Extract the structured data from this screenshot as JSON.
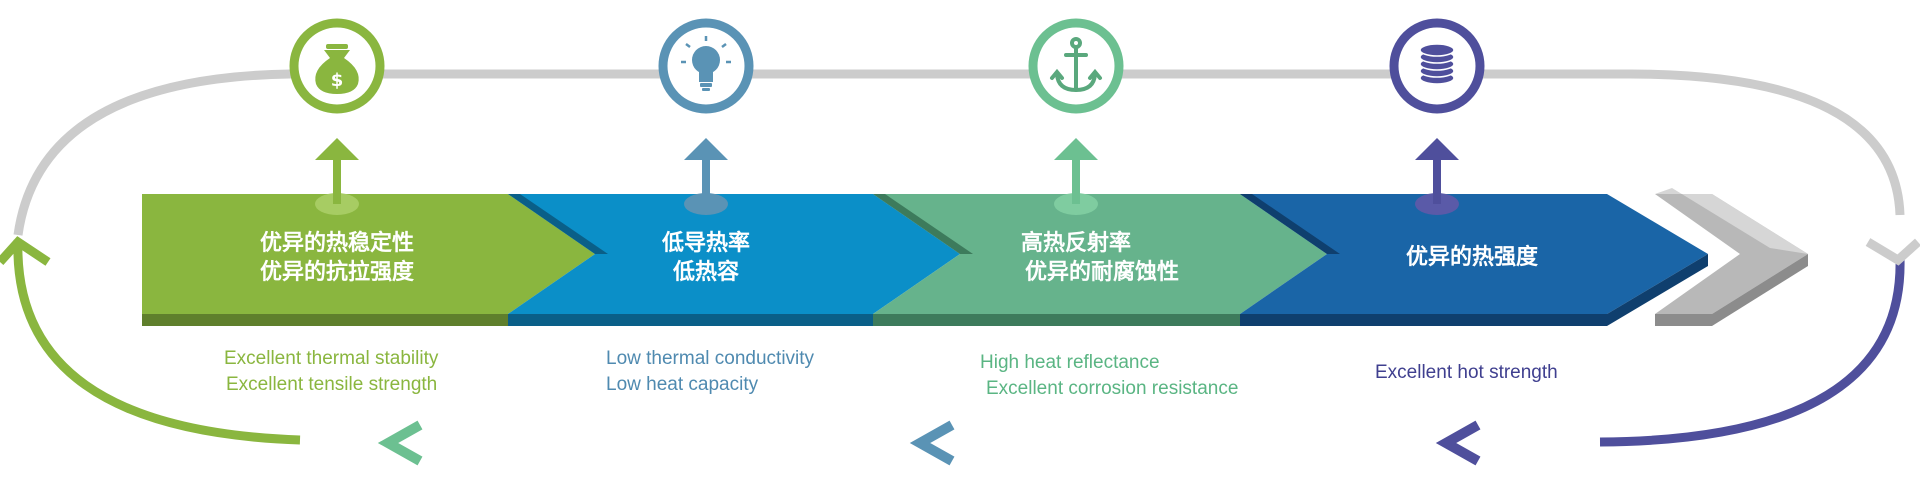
{
  "colors": {
    "loop_gray": "#cccccc",
    "green": "#8ab63f",
    "green_dark": "#5f7f2c",
    "teal_blue": "#5a93b5",
    "mint": "#6cc091",
    "indigo": "#4f4f9c",
    "band_blue": "#0b8fc8",
    "band_blue_dark": "#0a5f88",
    "band_mint": "#66b38c",
    "band_mint_dark": "#3d7b5c",
    "band_navy": "#1a65a7",
    "band_navy_dark": "#0f3f6e",
    "chevron_gray": "#b8b8b8",
    "chevron_gray_dark": "#8c8c8c"
  },
  "stages": [
    {
      "icon": "money-bag-icon",
      "cn_lines": [
        "优异的热稳定性",
        "优异的抗拉强度"
      ],
      "en_lines": [
        "Excellent thermal stability",
        "Excellent tensile strength"
      ]
    },
    {
      "icon": "lightbulb-icon",
      "cn_lines": [
        "低导热率",
        "低热容"
      ],
      "en_lines": [
        "Low thermal conductivity",
        "Low heat capacity"
      ]
    },
    {
      "icon": "anchor-icon",
      "cn_lines": [
        "高热反射率",
        "优异的耐腐蚀性"
      ],
      "en_lines": [
        "High heat reflectance",
        "Excellent corrosion resistance"
      ]
    },
    {
      "icon": "coin-stack-icon",
      "cn_lines": [
        "优异的热强度"
      ],
      "en_lines": [
        "Excellent hot strength"
      ]
    }
  ]
}
